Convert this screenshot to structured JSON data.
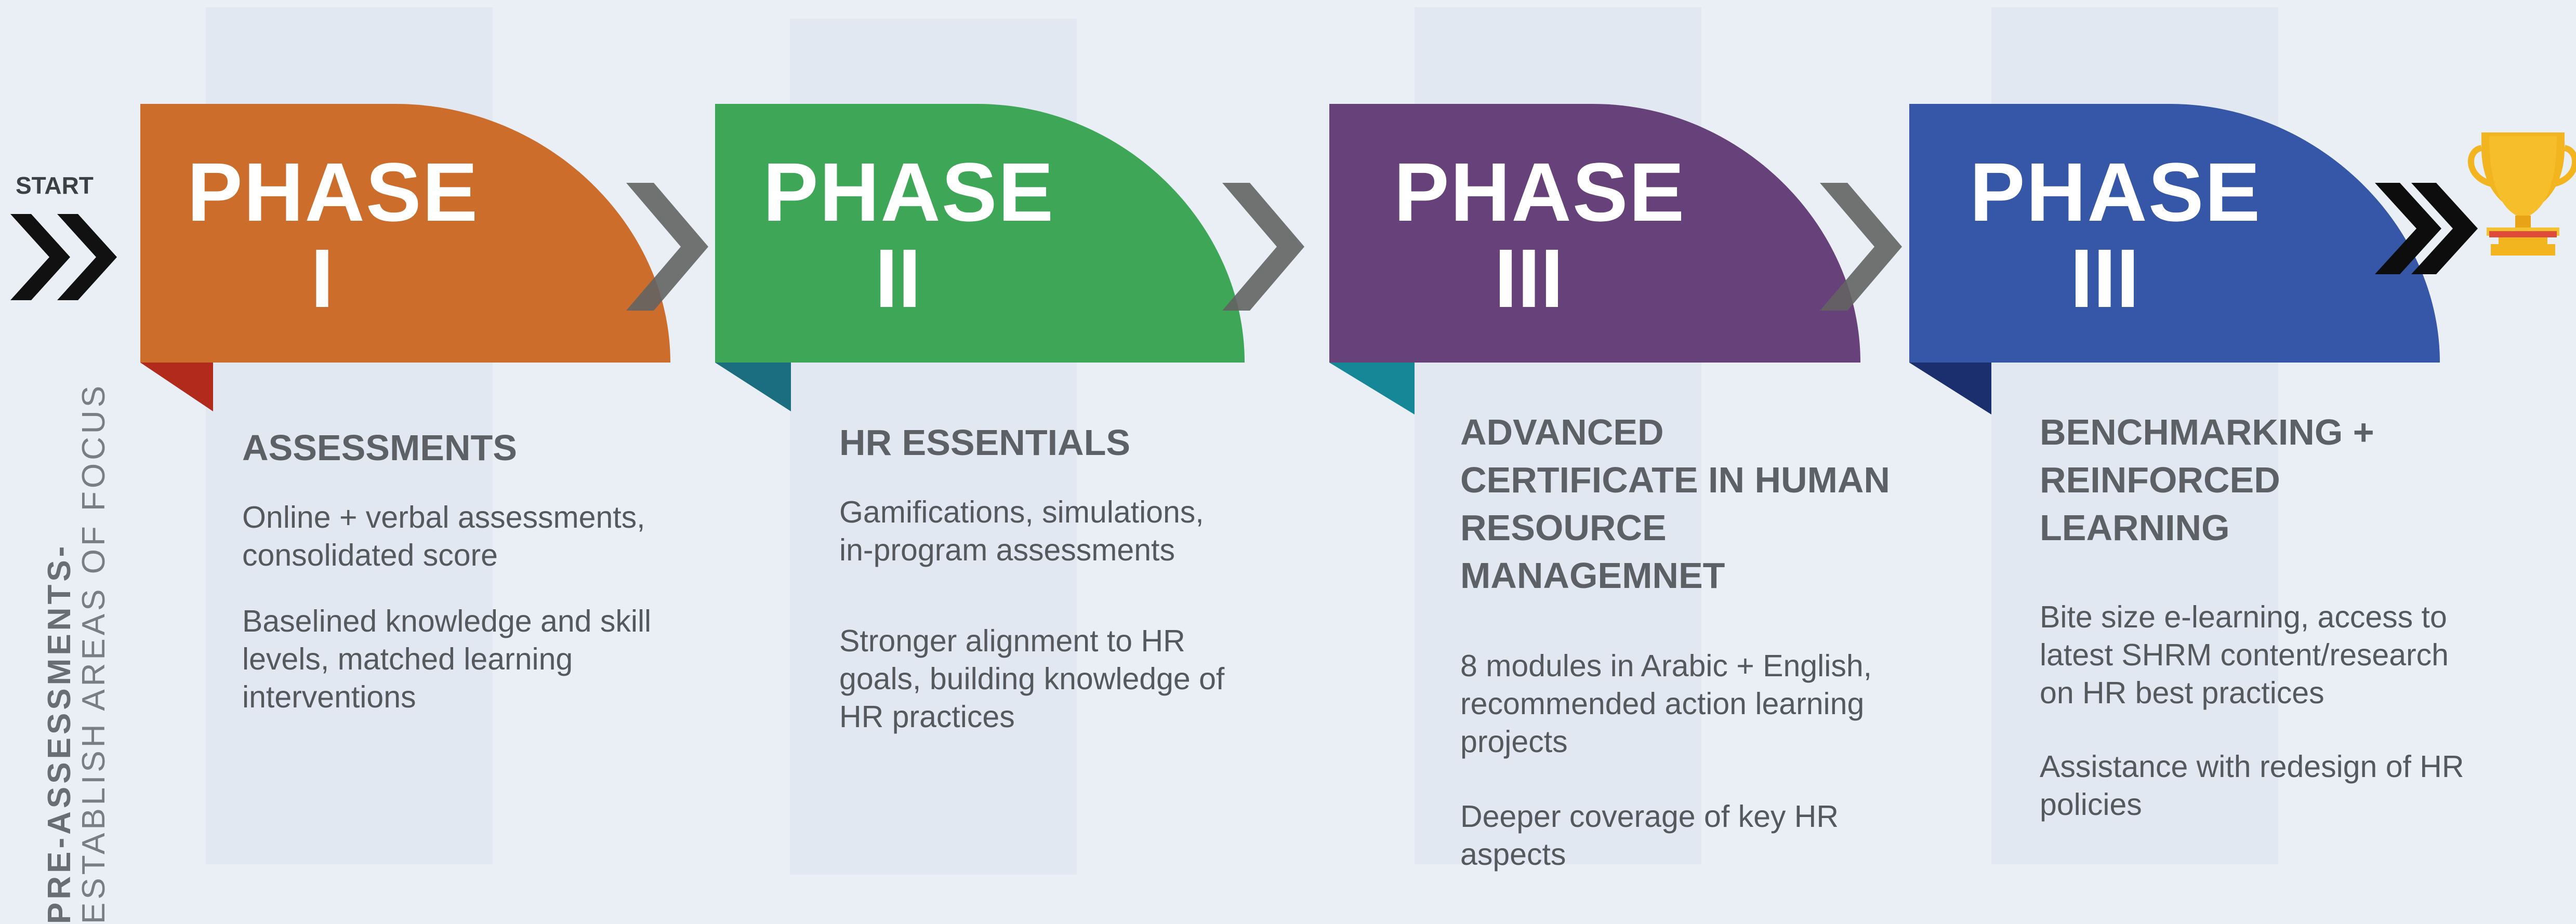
{
  "side_label": {
    "line1": "PRE-ASSESSMENTS-",
    "line2": "ESTABLISH AREAS OF FOCUS"
  },
  "start_label": "START",
  "phases": [
    {
      "word": "PHASE",
      "numeral": "I",
      "color": "#cc6d2b",
      "heading": [
        "ASSESSMENTS"
      ],
      "paragraphs": [
        [
          "Online + verbal assessments,",
          "consolidated score"
        ],
        [
          "Baselined knowledge and skill",
          "levels, matched learning",
          "interventions"
        ]
      ]
    },
    {
      "word": "PHASE",
      "numeral": "II",
      "color": "#3da757",
      "heading": [
        "HR ESSENTIALS"
      ],
      "paragraphs": [
        [
          "Gamifications, simulations,",
          "in-program assessments"
        ],
        [
          "Stronger alignment to HR",
          "goals, building knowledge of",
          "HR practices"
        ]
      ]
    },
    {
      "word": "PHASE",
      "numeral": "III",
      "color": "#67417a",
      "heading": [
        "ADVANCED",
        "CERTIFICATE IN HUMAN",
        "RESOURCE",
        "MANAGEMNET"
      ],
      "paragraphs": [
        [
          "8 modules in Arabic + English,",
          "recommended action learning",
          "projects"
        ],
        [
          "Deeper coverage of key HR",
          "aspects"
        ]
      ]
    },
    {
      "word": "PHASE",
      "numeral": "III",
      "color": "#3656a8",
      "heading": [
        "BENCHMARKING +",
        "REINFORCED",
        "LEARNING"
      ],
      "paragraphs": [
        [
          "Bite size e-learning, access to",
          "latest SHRM content/research",
          "on HR best practices"
        ],
        [
          "Assistance with redesign of HR",
          "policies"
        ]
      ]
    }
  ],
  "icons": {
    "start": "double-chevron-right-icon",
    "end": "trophy-icon",
    "connector": "chevron-right-icon"
  },
  "colors": {
    "background": "#e9eff5",
    "chevron_gray": "#737373",
    "trophy": "#f2b51f",
    "trophy_base": "#e04a3a"
  }
}
